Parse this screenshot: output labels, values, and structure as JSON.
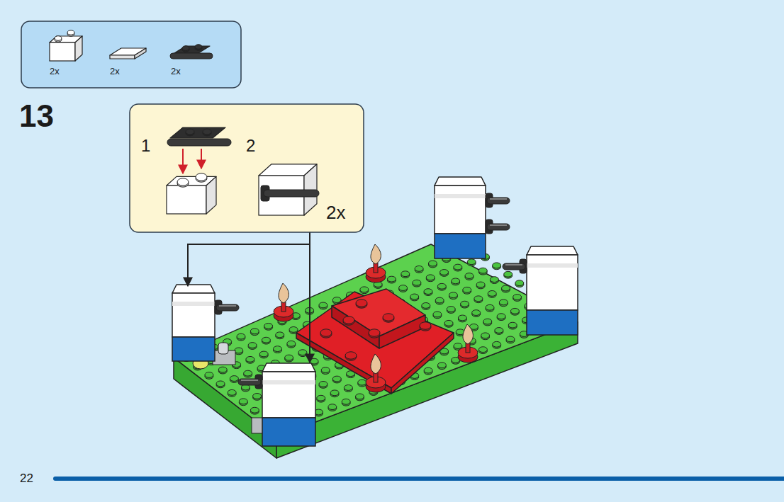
{
  "diagram": {
    "nodes": [
      {
        "text": [
          "2x",
          "2x",
          "2x"
        ]
      },
      {
        "text": [
          "1",
          "2",
          "2x"
        ]
      }
    ],
    "labels": [
      "13",
      "22"
    ]
  }
}
